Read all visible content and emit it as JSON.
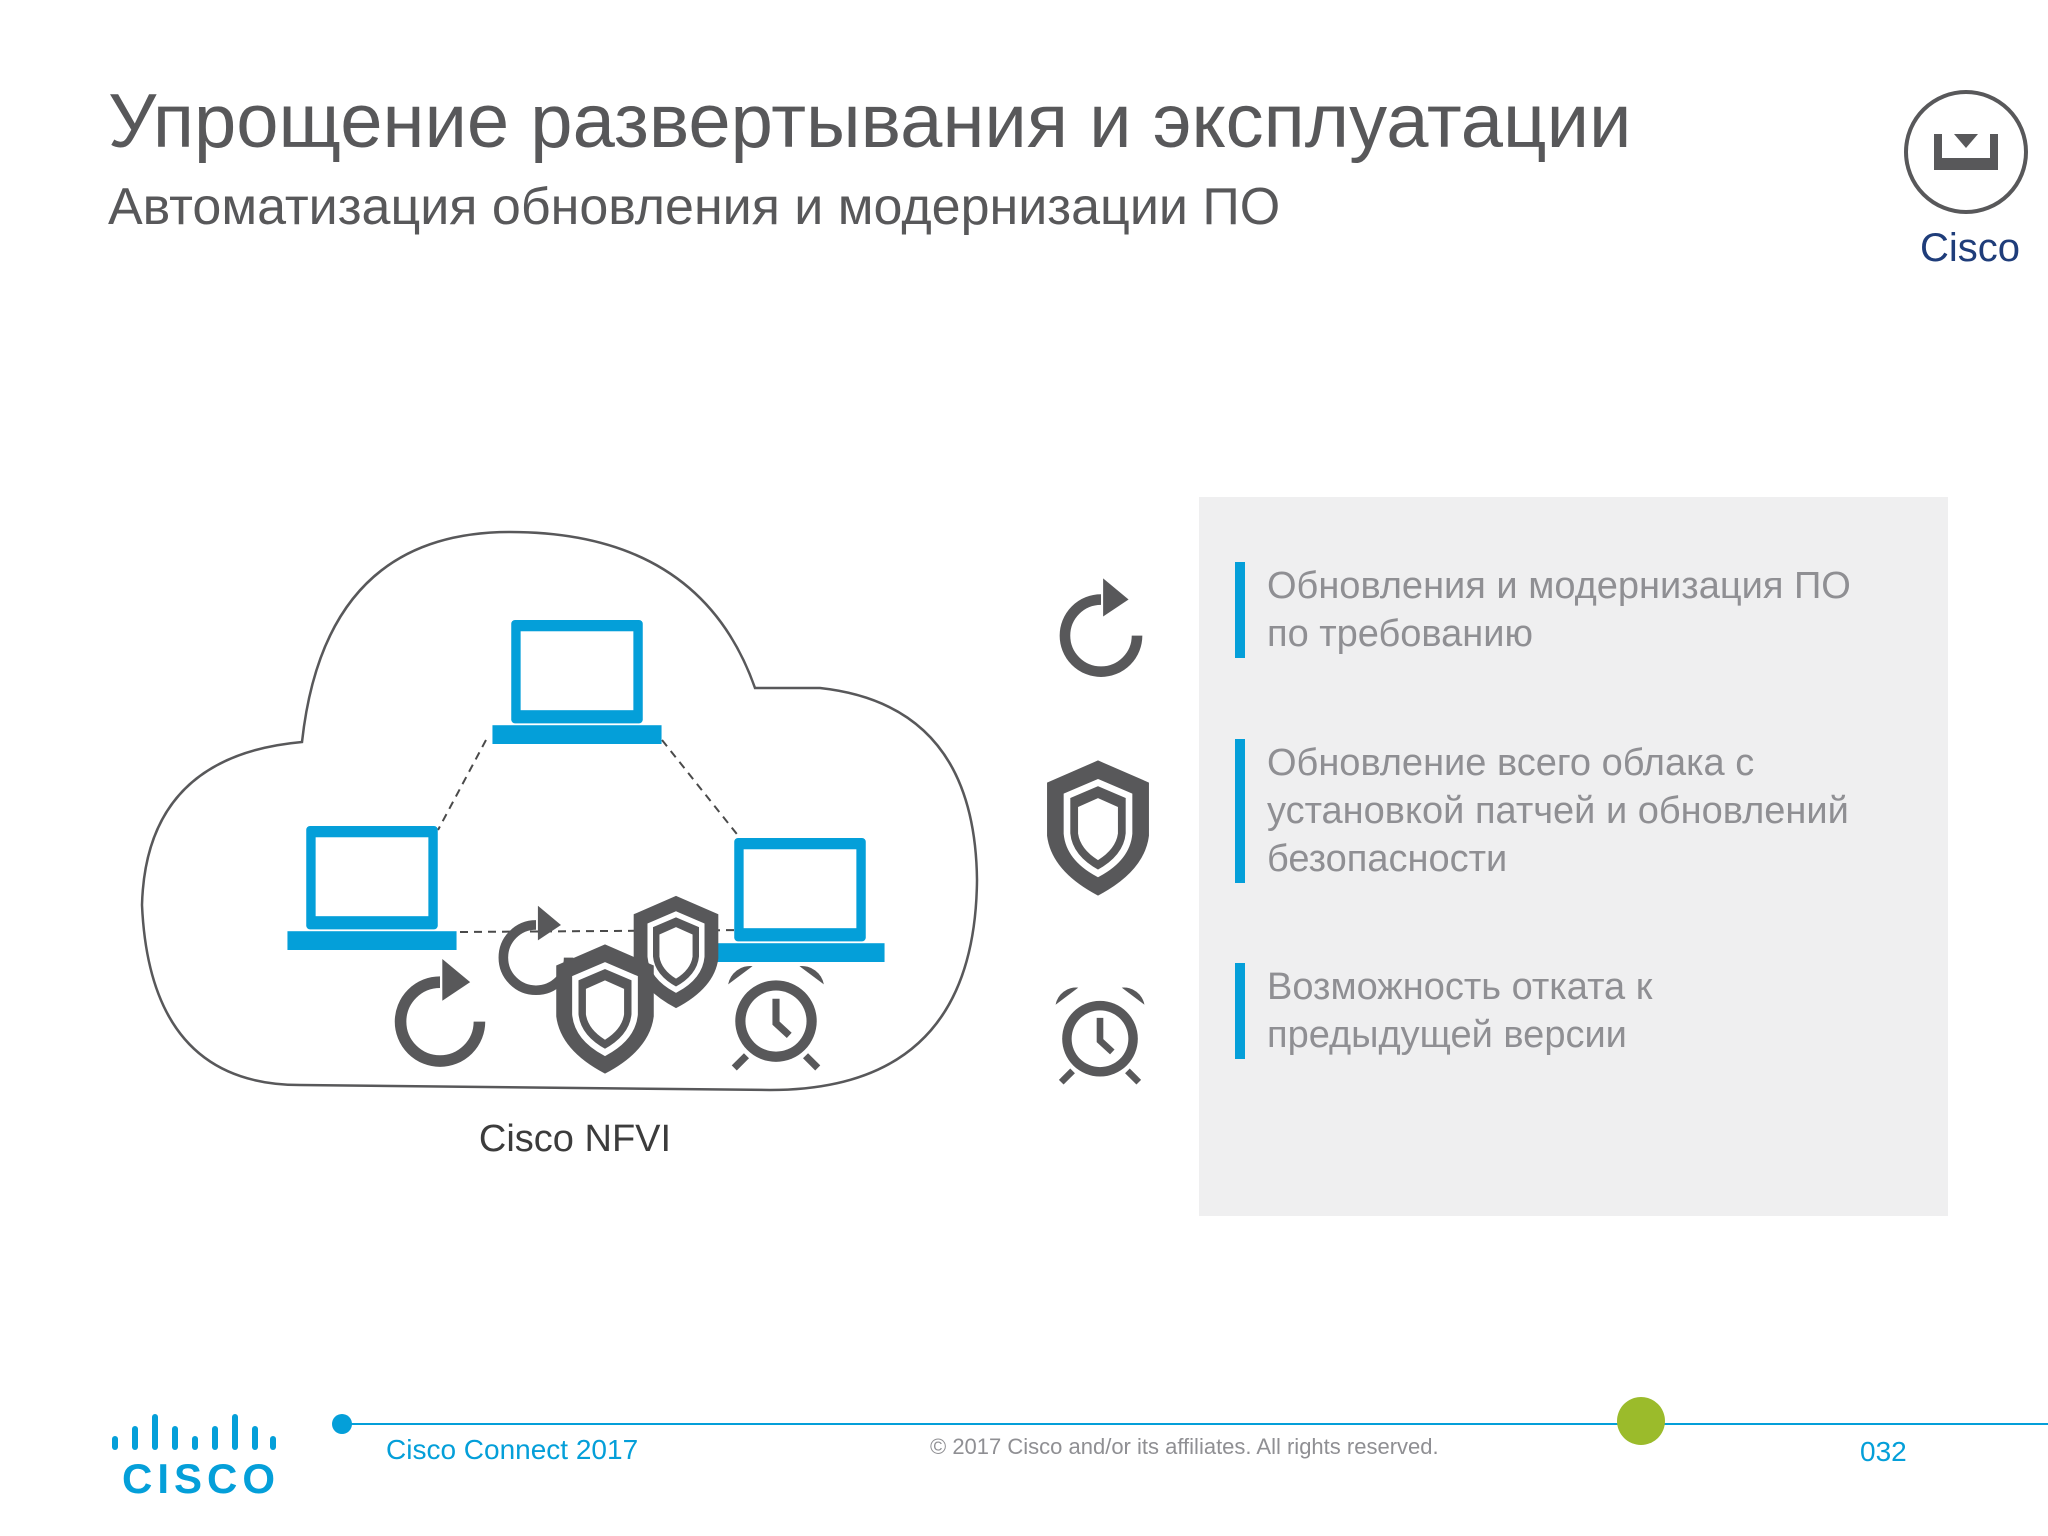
{
  "title": "Упрощение развертывания и эксплуатации",
  "subtitle": "Автоматизация обновления и модернизации ПО",
  "vendor": {
    "label": "Cisco",
    "icon": "inbox-download-icon"
  },
  "diagram": {
    "caption": "Cisco NFVI",
    "accent_color": "#049fd9",
    "icon_color": "#58585a",
    "icons": [
      "laptop-icon",
      "refresh-icon",
      "shield-icon",
      "alarm-clock-icon"
    ]
  },
  "features": [
    {
      "icon": "refresh-icon",
      "lines": [
        "Обновления и модернизация ПО",
        "по требованию"
      ]
    },
    {
      "icon": "shield-icon",
      "lines": [
        "Обновление всего облака с",
        "установкой патчей и обновлений",
        "безопасности"
      ]
    },
    {
      "icon": "alarm-clock-icon",
      "lines": [
        "Возможность отката к",
        "предыдущей версии"
      ]
    }
  ],
  "footer": {
    "event": "Cisco Connect 2017",
    "copyright": "© 2017  Cisco and/or its affiliates. All rights reserved.",
    "page_number": "032",
    "logo_text": "CISCO",
    "timeline_color": "#049fd9",
    "progress_marker_color": "#9bbb2b"
  }
}
